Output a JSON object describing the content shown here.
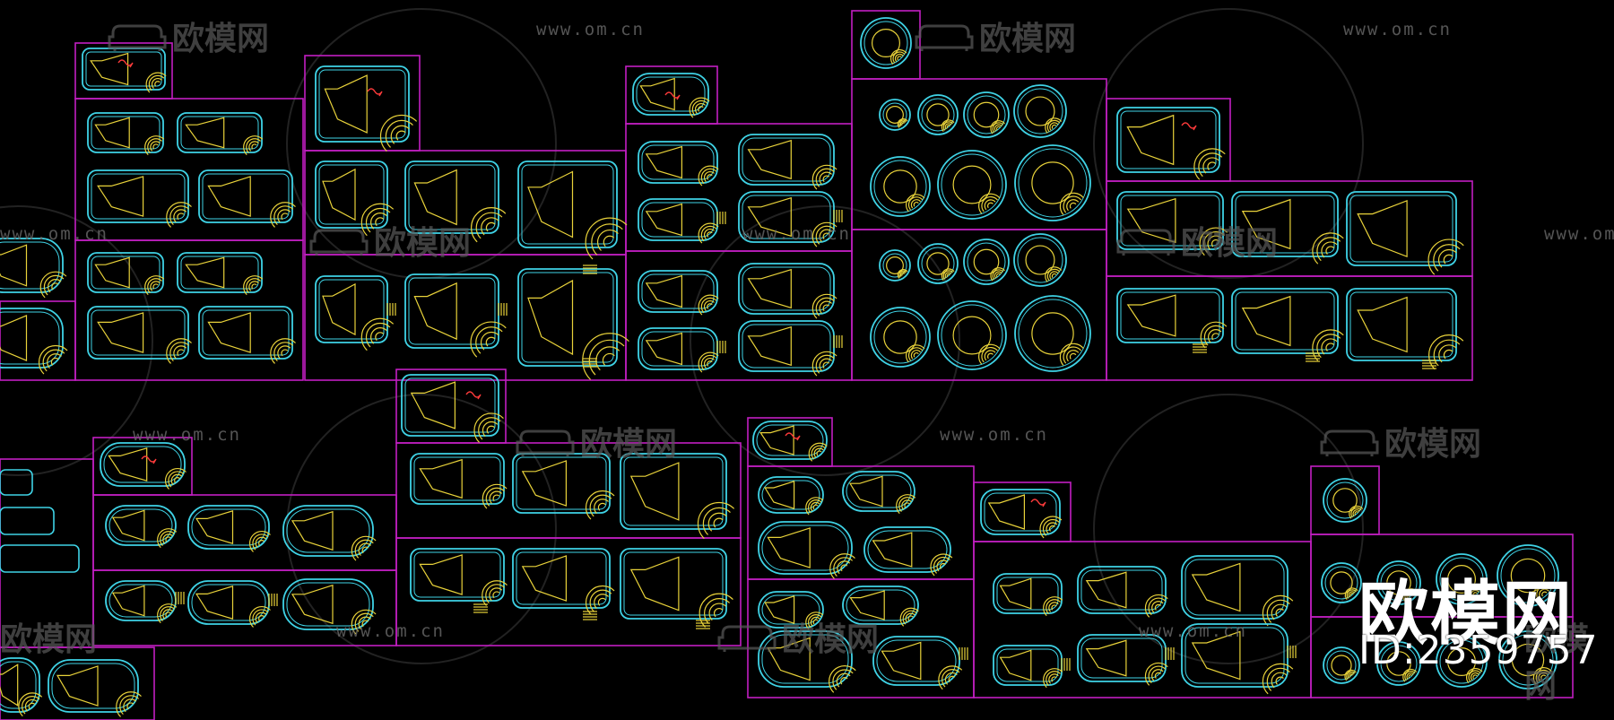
{
  "watermarks": {
    "url": "www.om.cn",
    "brand": "欧模网"
  },
  "branding": {
    "name": "欧模网",
    "id_label": "ID:2359757"
  },
  "colors": {
    "background": "#000000",
    "frame": "#c21fc2",
    "pool_outline": "#3fd3e6",
    "steps": "#e8d23a",
    "annotation": "#ff3b3b",
    "watermark": "#6a6a6a"
  },
  "icons": {
    "watermark_logo": "sofa-icon"
  }
}
